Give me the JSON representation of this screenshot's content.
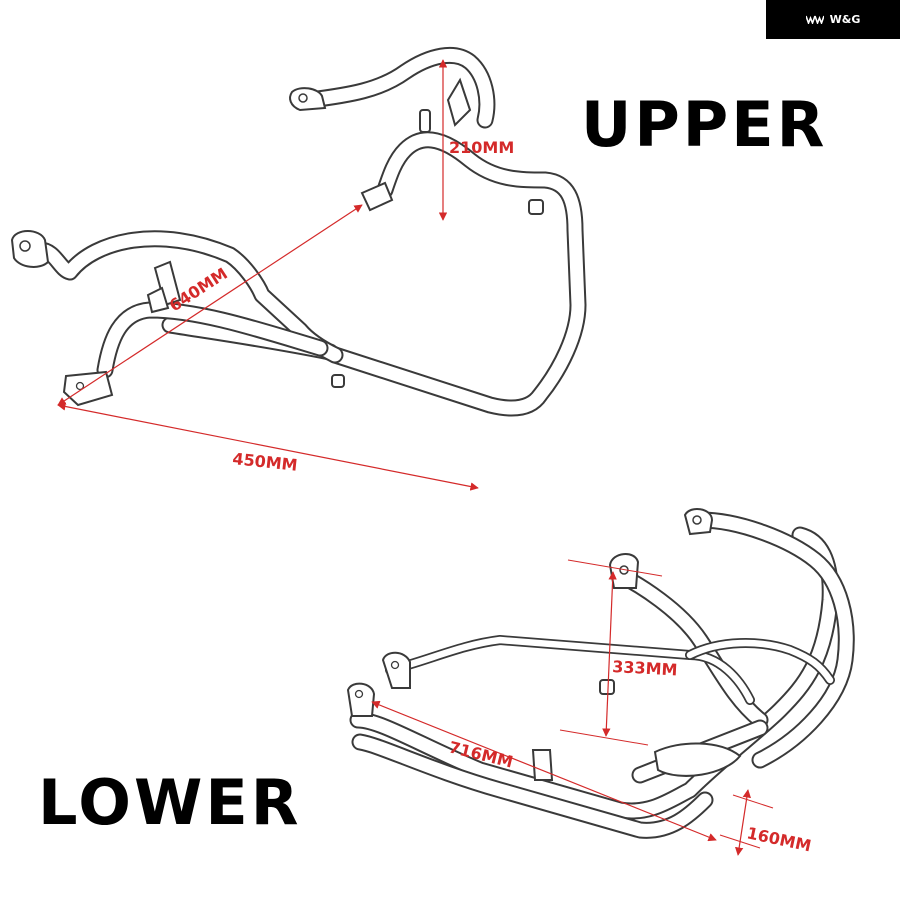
{
  "brand": {
    "text": "W&G"
  },
  "upper": {
    "title": "UPPER",
    "dimensions": {
      "height": "210MM",
      "diagonal": "640MM",
      "width": "450MM"
    }
  },
  "lower": {
    "title": "LOWER",
    "dimensions": {
      "height": "333MM",
      "length": "716MM",
      "depth": "160MM"
    }
  },
  "colors": {
    "dimension": "#d42a2a",
    "frame": "#3a3a3a",
    "background": "#ffffff"
  }
}
